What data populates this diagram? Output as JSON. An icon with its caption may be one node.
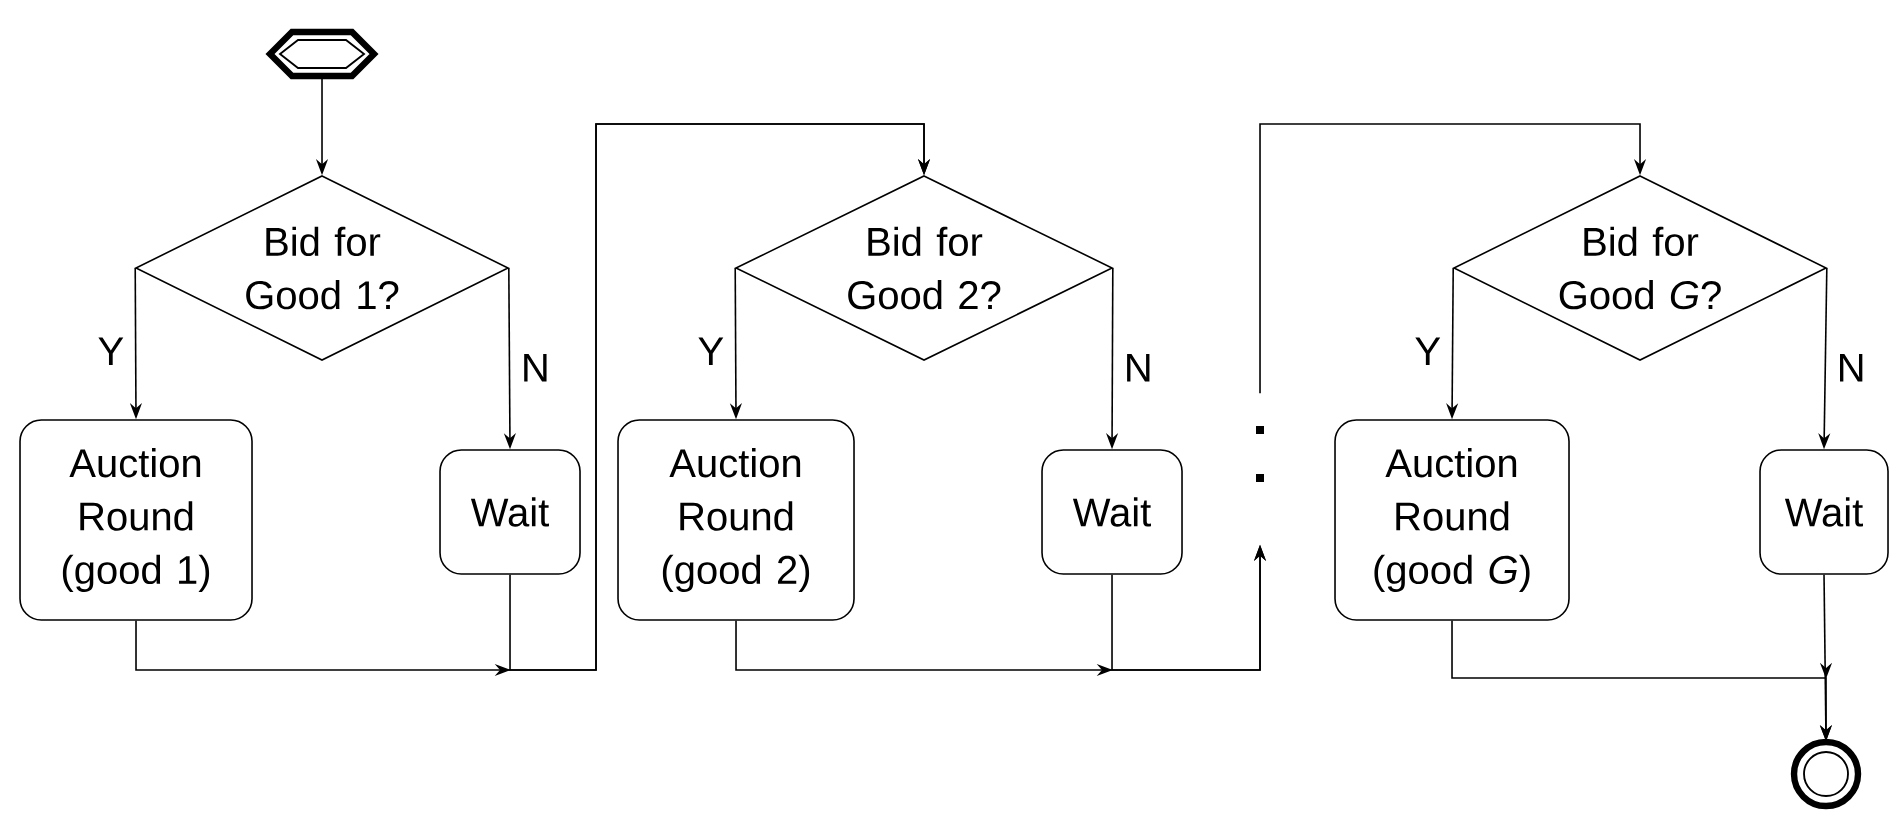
{
  "diagram": {
    "nodes": [
      {
        "text": [],
        "shape": "hexagon"
      },
      {
        "text": [
          "Bid for Good 1?"
        ]
      },
      {
        "text": [
          "Auction Round (good 1)"
        ]
      },
      {
        "text": [
          "Wait"
        ]
      },
      {
        "text": [
          "Bid for Good 2?"
        ]
      },
      {
        "text": [
          "Auction Round (good 2)"
        ]
      },
      {
        "text": [
          "Wait"
        ]
      },
      {
        "text": [],
        "shape": "dots"
      },
      {
        "text": [
          "Bid for Good *G*?"
        ]
      },
      {
        "text": [
          "Auction Round (good *G*)"
        ]
      },
      {
        "text": [
          "Wait"
        ]
      },
      {
        "text": [],
        "shape": "circle"
      }
    ],
    "edges": [
      {
        "from": 0,
        "to": 1,
        "arrow": "to"
      },
      {
        "from": 1,
        "to": 2,
        "arrow": "to",
        "label": "Y"
      },
      {
        "from": 1,
        "to": 3,
        "arrow": "to",
        "label": "N"
      },
      {
        "from": 2,
        "to": 4,
        "arrow": "to"
      },
      {
        "from": 3,
        "to": 4,
        "arrow": "to"
      },
      {
        "from": 4,
        "to": 5,
        "arrow": "to",
        "label": "Y"
      },
      {
        "from": 4,
        "to": 6,
        "arrow": "to",
        "label": "N"
      },
      {
        "from": 5,
        "to": 7,
        "arrow": "to"
      },
      {
        "from": 6,
        "to": 7,
        "arrow": "to"
      },
      {
        "from": 7,
        "to": 8,
        "arrow": "to"
      },
      {
        "from": 8,
        "to": 9,
        "arrow": "to",
        "label": "Y"
      },
      {
        "from": 8,
        "to": 10,
        "arrow": "to",
        "label": "N"
      },
      {
        "from": 9,
        "to": 11,
        "arrow": "to"
      },
      {
        "from": 10,
        "to": 11,
        "arrow": "to"
      }
    ]
  }
}
